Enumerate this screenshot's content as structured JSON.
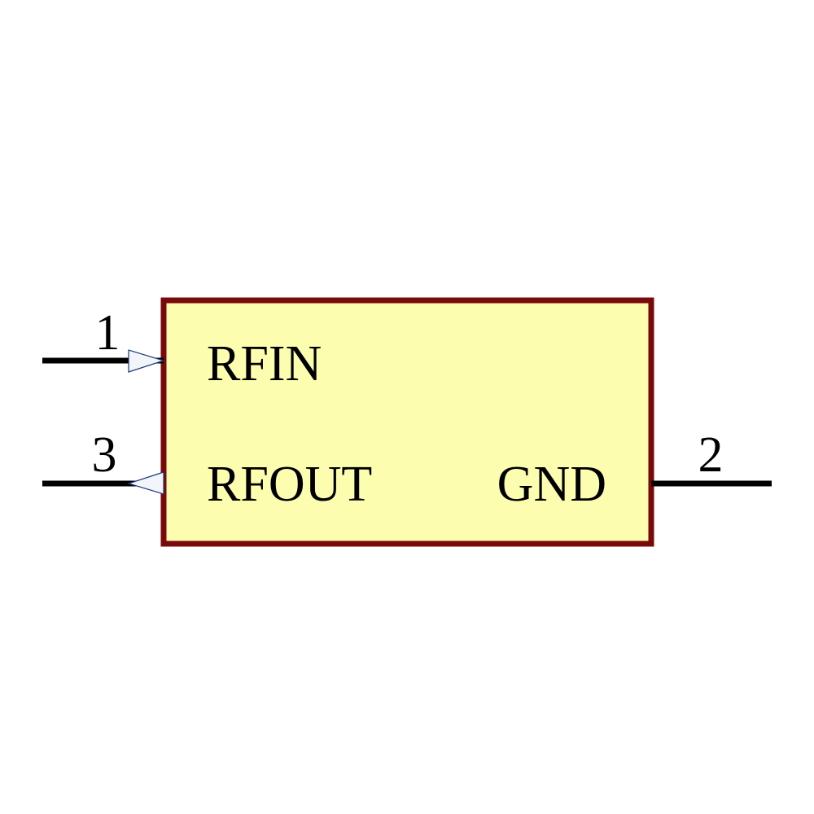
{
  "component": {
    "body_fill": "#fdfdb0",
    "body_stroke": "#7a0a0a",
    "pin_color": "#000000",
    "arrow_fill": "#f2f6fb",
    "arrow_stroke": "#1e3a78"
  },
  "pins": {
    "rfin": {
      "number": "1",
      "name": "RFIN",
      "direction": "input"
    },
    "rfout": {
      "number": "3",
      "name": "RFOUT",
      "direction": "output"
    },
    "gnd": {
      "number": "2",
      "name": "GND",
      "direction": "passive"
    }
  }
}
